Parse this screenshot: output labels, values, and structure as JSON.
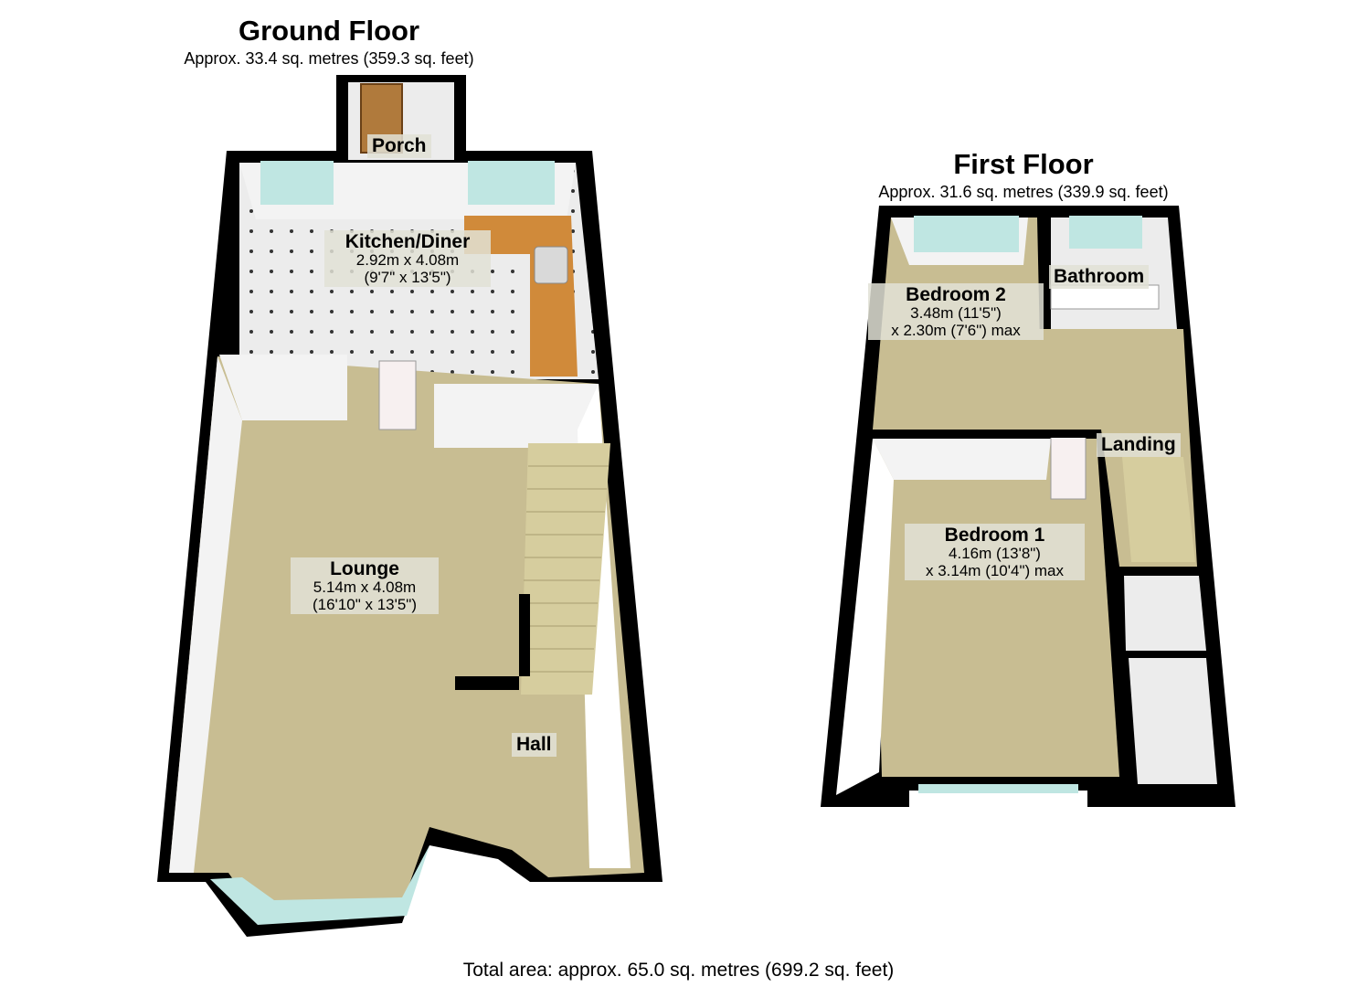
{
  "ground_floor": {
    "title": "Ground Floor",
    "area": "Approx. 33.4 sq. metres (359.3 sq. feet)",
    "rooms": {
      "porch": {
        "name": "Porch"
      },
      "kitchen": {
        "name": "Kitchen/Diner",
        "dim1": "2.92m x 4.08m",
        "dim2": "(9'7\" x 13'5\")"
      },
      "lounge": {
        "name": "Lounge",
        "dim1": "5.14m x 4.08m",
        "dim2": "(16'10\" x 13'5\")"
      },
      "hall": {
        "name": "Hall"
      }
    }
  },
  "first_floor": {
    "title": "First Floor",
    "area": "Approx. 31.6 sq. metres (339.9 sq. feet)",
    "rooms": {
      "bedroom2": {
        "name": "Bedroom 2",
        "dim1": "3.48m (11'5\")",
        "dim2": "x 2.30m (7'6\") max"
      },
      "bathroom": {
        "name": "Bathroom"
      },
      "landing": {
        "name": "Landing"
      },
      "bedroom1": {
        "name": "Bedroom 1",
        "dim1": "4.16m (13'8\")",
        "dim2": "x 3.14m (10'4\") max"
      }
    }
  },
  "total_area": "Total area: approx. 65.0 sq. metres (699.2 sq. feet)",
  "colors": {
    "wall": "#000000",
    "carpet": "#c8bd92",
    "tile": "#ebebeb",
    "worktop": "#d08a3a",
    "window": "#bfe6e2",
    "inner_wall": "#f2f2f2"
  }
}
